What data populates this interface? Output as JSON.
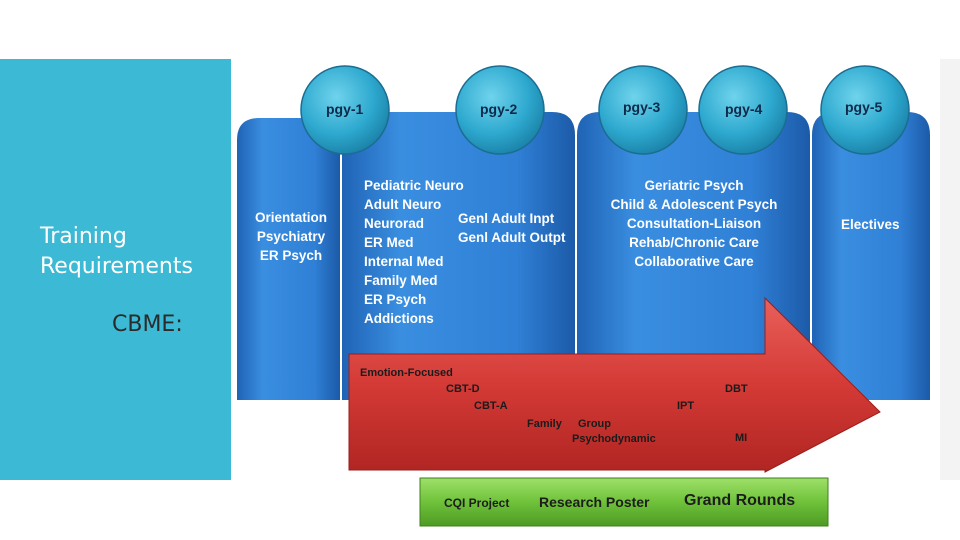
{
  "sidebar": {
    "title_line1": "Training",
    "title_line2": "Requirements",
    "subtitle": "CBME:"
  },
  "colors": {
    "sidebar": "#3cb9d4",
    "column_blue": "#2f7fd3",
    "circle_teal": "#2ea9cf",
    "arrow_red": "#d43a36",
    "bar_green": "#6fc23a"
  },
  "circles": [
    "pgy-1",
    "pgy-2",
    "pgy-3",
    "pgy-4",
    "pgy-5"
  ],
  "columns": {
    "col1": [
      "Orientation",
      "Psychiatry",
      "ER Psych"
    ],
    "col2a": [
      "Pediatric Neuro",
      "Adult Neuro",
      "Neurorad",
      "ER Med",
      "Internal Med",
      "Family Med",
      "ER Psych",
      "Addictions"
    ],
    "col2b": [
      "Genl Adult Inpt",
      "Genl Adult Outpt"
    ],
    "col3": [
      "Geriatric Psych",
      "Child & Adolescent Psych",
      "Consultation-Liaison",
      "Rehab/Chronic Care",
      "Collaborative Care"
    ],
    "col4": [
      "Electives"
    ]
  },
  "arrow": {
    "emotion": "Emotion-Focused",
    "cbtd": "CBT-D",
    "cbta": "CBT-A",
    "family": "Family",
    "group": "Group",
    "psychodynamic": "Psychodynamic",
    "ipt": "IPT",
    "dbt": "DBT",
    "mi": "MI"
  },
  "green_bar": {
    "cqi": "CQI Project",
    "poster": "Research Poster",
    "rounds": "Grand Rounds"
  }
}
